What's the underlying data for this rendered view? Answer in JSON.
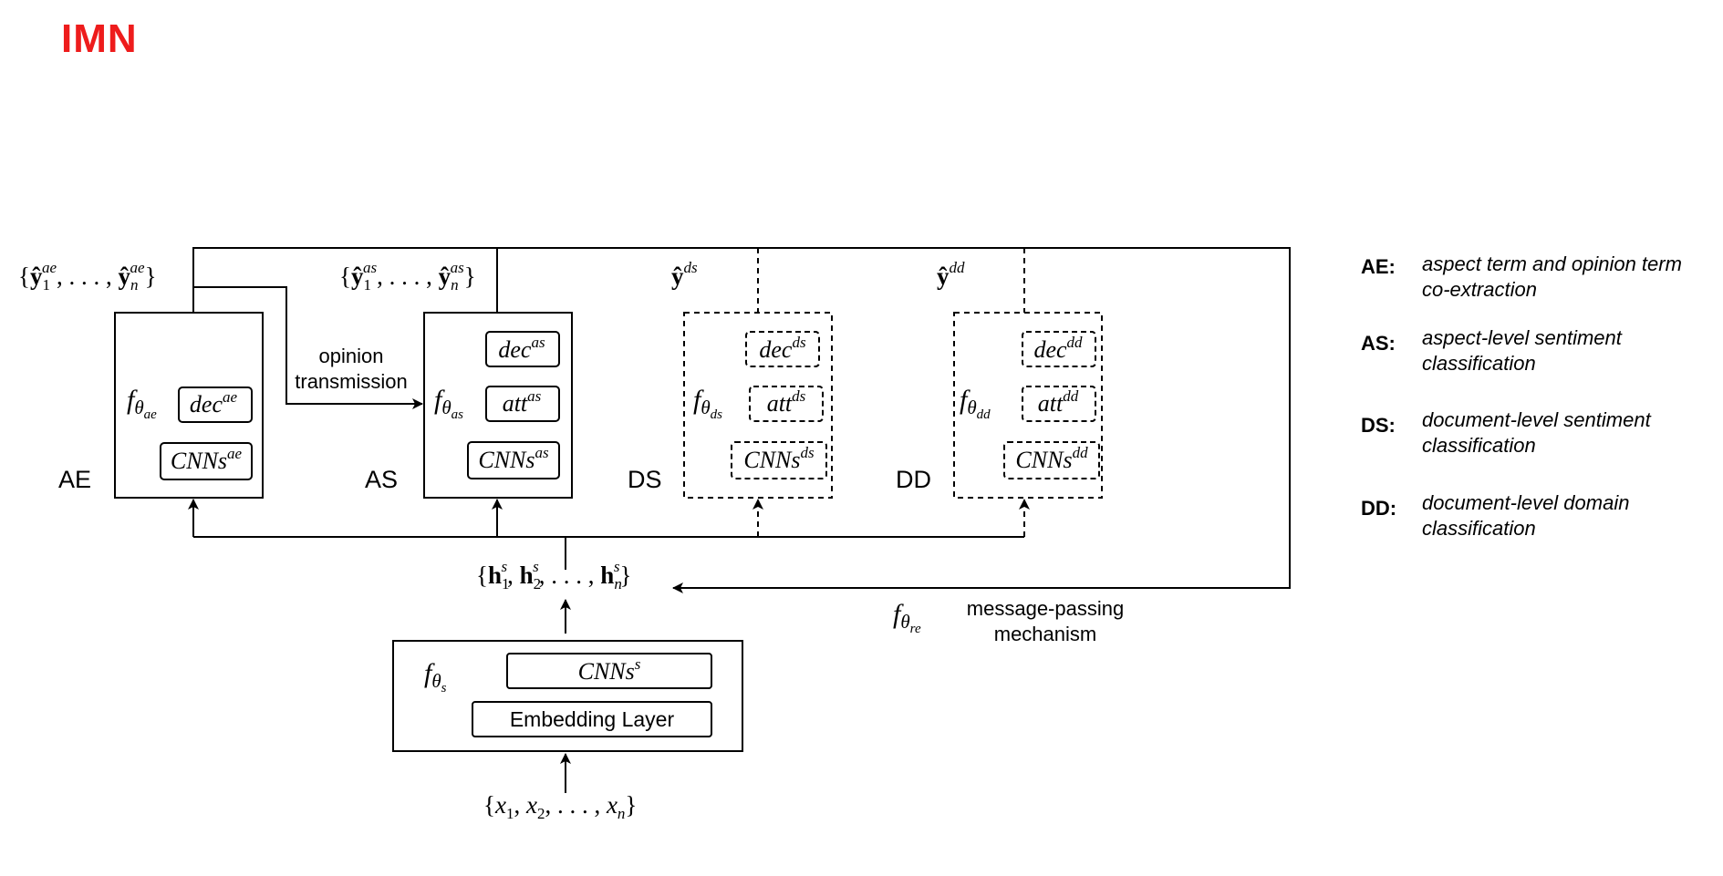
{
  "title": "IMN",
  "colors": {
    "title": "#ee1c1c",
    "ink": "#000000"
  },
  "modules": {
    "ae": {
      "label": "AE",
      "func_sub": "ae",
      "output_sub": "ae",
      "components": [
        {
          "name": "dec",
          "sup": "ae"
        },
        {
          "name": "CNNs",
          "sup": "ae"
        }
      ]
    },
    "as": {
      "label": "AS",
      "func_sub": "as",
      "output_sub": "as",
      "components": [
        {
          "name": "dec",
          "sup": "as"
        },
        {
          "name": "att",
          "sup": "as"
        },
        {
          "name": "CNNs",
          "sup": "as"
        }
      ]
    },
    "ds": {
      "label": "DS",
      "func_sub": "ds",
      "output_sup": "ds",
      "components": [
        {
          "name": "dec",
          "sup": "ds"
        },
        {
          "name": "att",
          "sup": "ds"
        },
        {
          "name": "CNNs",
          "sup": "ds"
        }
      ]
    },
    "dd": {
      "label": "DD",
      "func_sub": "dd",
      "output_sup": "dd",
      "components": [
        {
          "name": "dec",
          "sup": "dd"
        },
        {
          "name": "att",
          "sup": "dd"
        },
        {
          "name": "CNNs",
          "sup": "dd"
        }
      ]
    }
  },
  "shared": {
    "func_sub": "s",
    "cnn_name": "CNNs",
    "cnn_sup": "s",
    "embedding_label": "Embedding Layer",
    "hidden_sup": "s"
  },
  "opinion_transmission": [
    "opinion",
    "transmission"
  ],
  "message_passing": {
    "func_sub": "re",
    "lines": [
      "message-passing",
      "mechanism"
    ]
  },
  "legend": [
    {
      "key": "AE:",
      "lines": [
        "aspect term and opinion term",
        "co-extraction"
      ]
    },
    {
      "key": "AS:",
      "lines": [
        "aspect-level sentiment",
        "classification"
      ]
    },
    {
      "key": "DS:",
      "lines": [
        "document-level sentiment",
        "classification"
      ]
    },
    {
      "key": "DD:",
      "lines": [
        "document-level domain",
        "classification"
      ]
    }
  ]
}
